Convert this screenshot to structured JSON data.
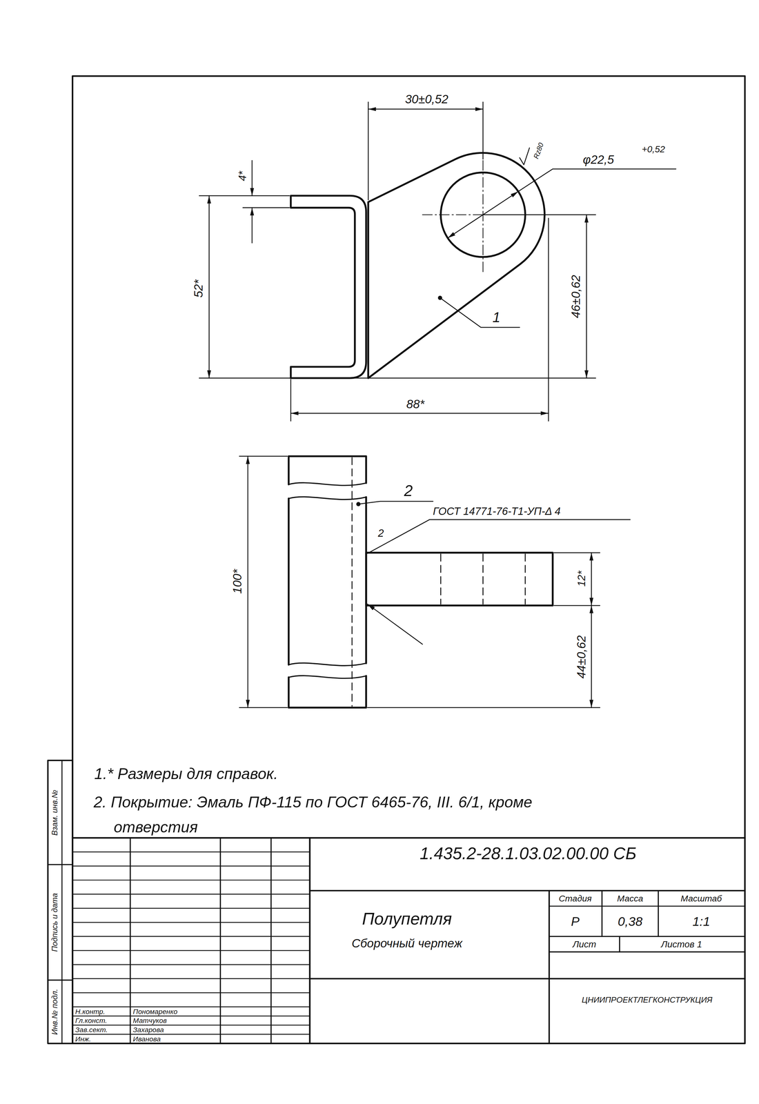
{
  "diagram": {
    "labels": [
      "30±0,52",
      "φ22,5",
      "+0,52",
      "Rz80",
      "4*",
      "52*",
      "46±0,62",
      "1",
      "88*",
      "2",
      "ГОСТ 14771-76-Т1-УП-Δ 4",
      "2",
      "100*",
      "12*",
      "44±0,62",
      "1.* Размеры для справок.",
      "2. Покрытие: Эмаль ПФ-115 по ГОСТ 6465-76, III. 6/1, кроме отверстия",
      "1.435.2-28.1.03.02.00.00 СБ",
      "Полупетля",
      "Сборочный чертеж",
      "Стадия",
      "Масса",
      "Масштаб",
      "Р",
      "0,38",
      "1:1",
      "Лист",
      "Листов 1",
      "ЦНИИПРОЕКТЛЕГКОНСТРУКЦИЯ",
      "Н.контр.",
      "Пономаренко",
      "Гл.конст.",
      "Матчуков",
      "Зав.сект.",
      "Захарова",
      "Инж.",
      "Иванова",
      "Инв.№ подл.",
      "Подпись и дата",
      "Взам. инв.№"
    ]
  }
}
